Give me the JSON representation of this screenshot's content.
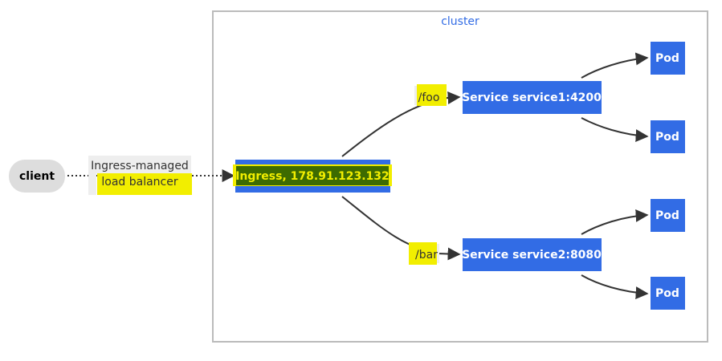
{
  "colors": {
    "node_fill": "#326ce5",
    "node_text": "#ffffff",
    "cluster_border": "#bbbbbb",
    "cluster_title": "#326ce5",
    "client_fill": "#dddddd",
    "highlight": "#f2ee00",
    "ingress_text_bg": "#3d6b00",
    "ingress_text": "#f2ee00",
    "edge": "#333333",
    "label_bg": "#eeeeee"
  },
  "cluster": {
    "title": "cluster"
  },
  "client": {
    "label": "client"
  },
  "load_balancer_label": {
    "line1": "Ingress-managed",
    "line2": "load balancer"
  },
  "ingress": {
    "label": "Ingress, 178.91.123.132"
  },
  "routes": {
    "foo": "/foo",
    "bar": "/bar"
  },
  "services": {
    "service1": "Service service1:4200",
    "service2": "Service service2:8080"
  },
  "pods": {
    "pod1": "Pod",
    "pod2": "Pod",
    "pod3": "Pod",
    "pod4": "Pod"
  }
}
